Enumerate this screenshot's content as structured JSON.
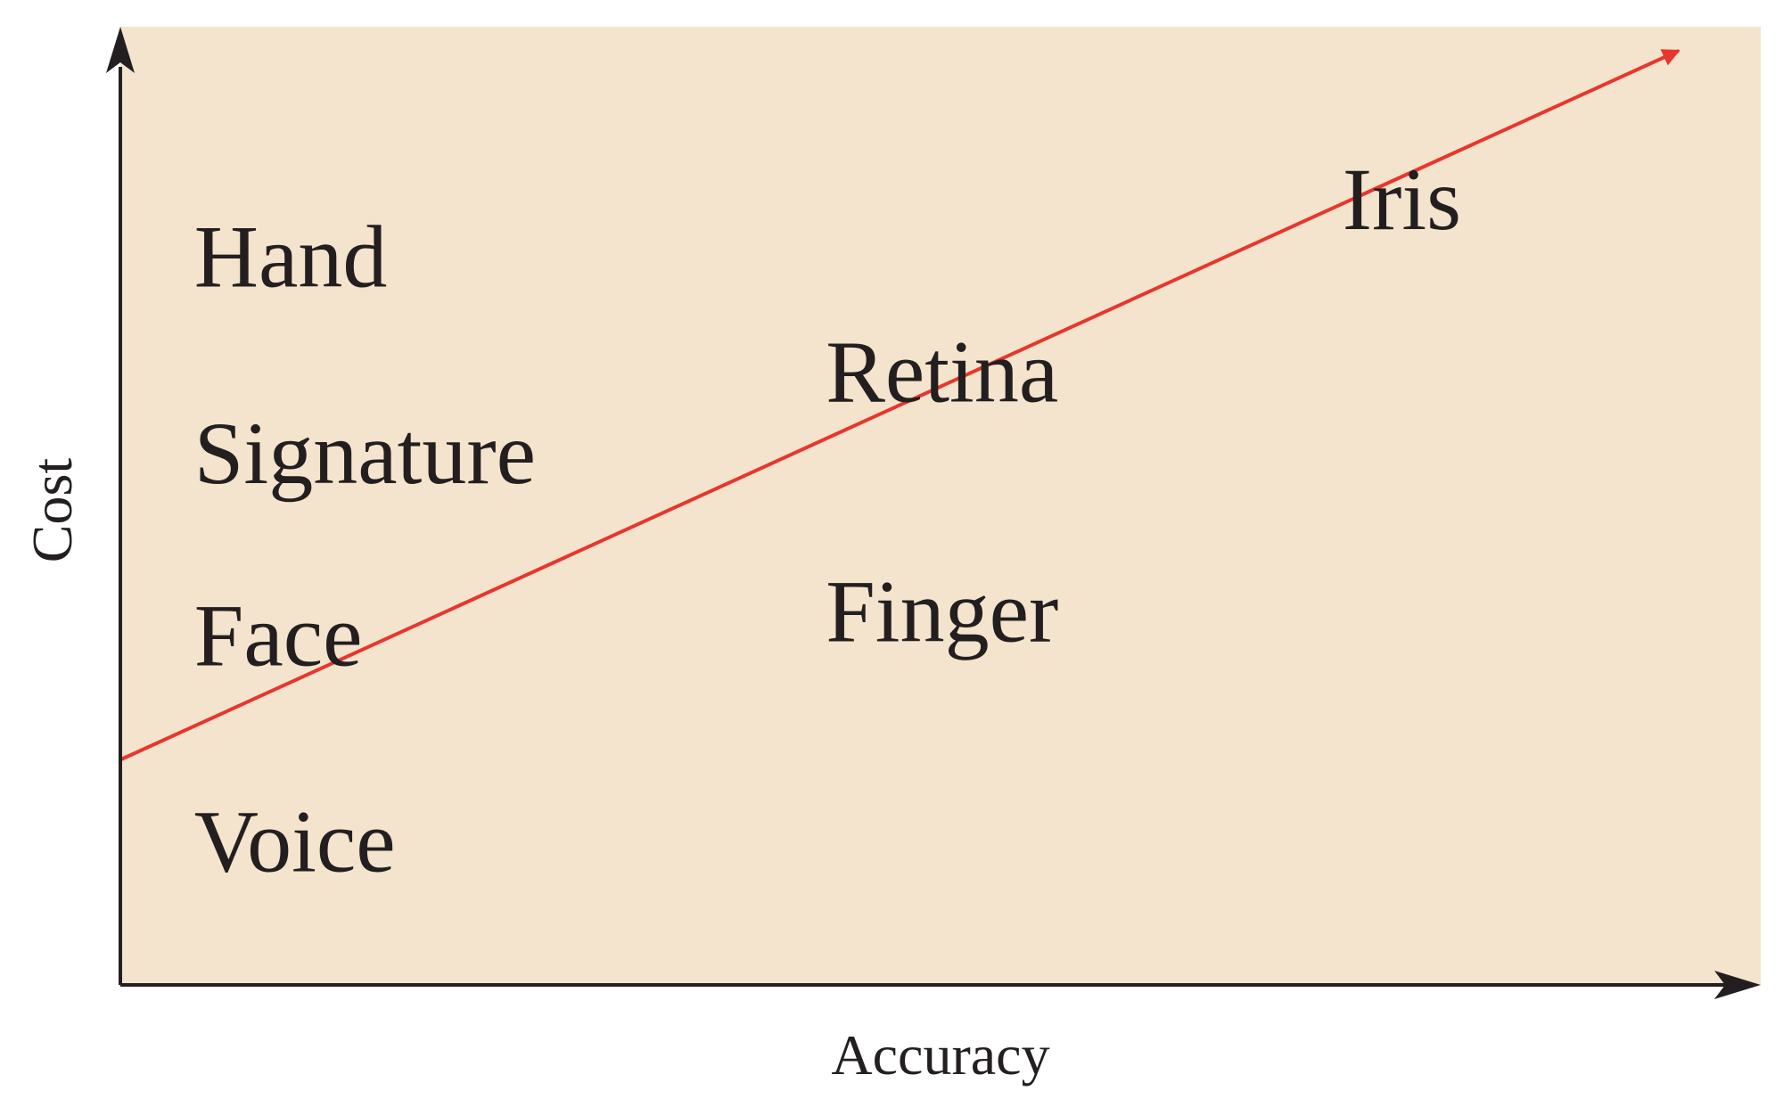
{
  "chart_data": {
    "type": "scatter",
    "xlabel": "Accuracy",
    "ylabel": "Cost",
    "xlim": [
      0,
      100
    ],
    "ylim": [
      0,
      100
    ],
    "grid": false,
    "background_color": "#f4e4cd",
    "axis_color": "#231f20",
    "trend_line_color": "#e8362d",
    "points": [
      {
        "label": "Hand",
        "x": 4.5,
        "y": 75
      },
      {
        "label": "Signature",
        "x": 4.5,
        "y": 54.5
      },
      {
        "label": "Face",
        "x": 4.5,
        "y": 35.5
      },
      {
        "label": "Voice",
        "x": 4.5,
        "y": 14
      },
      {
        "label": "Retina",
        "x": 43,
        "y": 63
      },
      {
        "label": "Finger",
        "x": 43,
        "y": 38
      },
      {
        "label": "Iris",
        "x": 74.5,
        "y": 81
      }
    ],
    "trend_line": {
      "start": {
        "x": 0,
        "y": 23.5
      },
      "end": {
        "x": 95,
        "y": 97.5
      }
    }
  }
}
